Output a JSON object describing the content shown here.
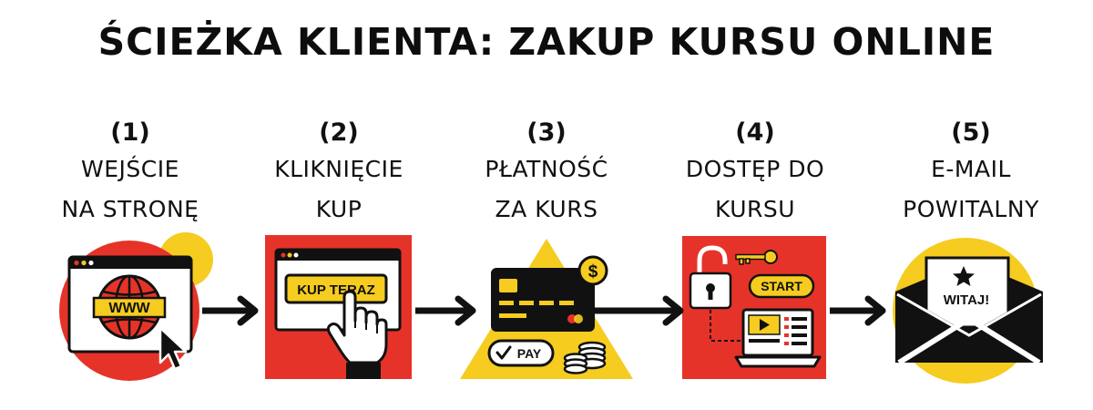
{
  "title": "ŚCIEŻKA KLIENTA: ZAKUP KURSU ONLINE",
  "colors": {
    "red": "#e63329",
    "yellow": "#f5cc1f",
    "black": "#111111",
    "white": "#ffffff"
  },
  "steps": [
    {
      "number": "(1)",
      "line1": "WEJŚCIE",
      "line2": "NA STRONĘ",
      "icon": "browser-globe-cursor-icon",
      "www_label": "WWW"
    },
    {
      "number": "(2)",
      "line1": "KLIKNIĘCIE",
      "line2": "KUP",
      "icon": "buy-button-hand-icon",
      "button_label": "KUP TERAZ"
    },
    {
      "number": "(3)",
      "line1": "PŁATNOŚĆ",
      "line2": "ZA KURS",
      "icon": "credit-card-payment-icon",
      "pay_label": "PAY",
      "currency_symbol": "$"
    },
    {
      "number": "(4)",
      "line1": "DOSTĘP DO",
      "line2": "KURSU",
      "icon": "unlock-course-laptop-icon",
      "start_label": "START"
    },
    {
      "number": "(5)",
      "line1": "E-MAIL",
      "line2": "POWITALNY",
      "icon": "welcome-envelope-icon",
      "welcome_label": "WITAJ!"
    }
  ]
}
